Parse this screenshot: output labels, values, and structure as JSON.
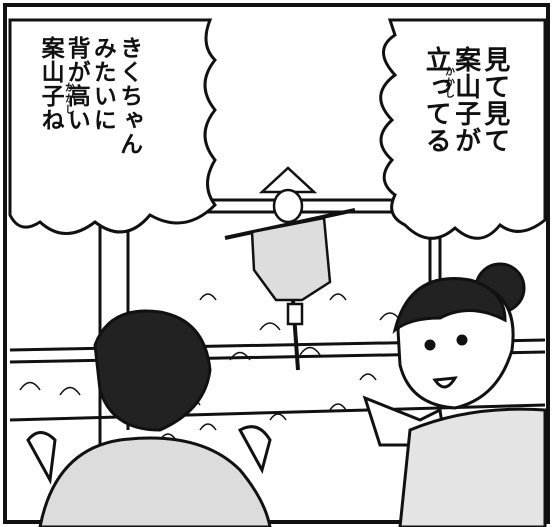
{
  "speech": {
    "right": [
      "見て見て",
      "案山子が",
      "立ってる"
    ],
    "left": [
      "きくちゃん",
      "みたいに",
      "背が高い",
      "案山子ね"
    ]
  },
  "furigana": [
    "かかし",
    "かかし"
  ],
  "colors": {
    "ink": "#111111",
    "paper": "#ffffff",
    "tone": "#cccccc"
  }
}
